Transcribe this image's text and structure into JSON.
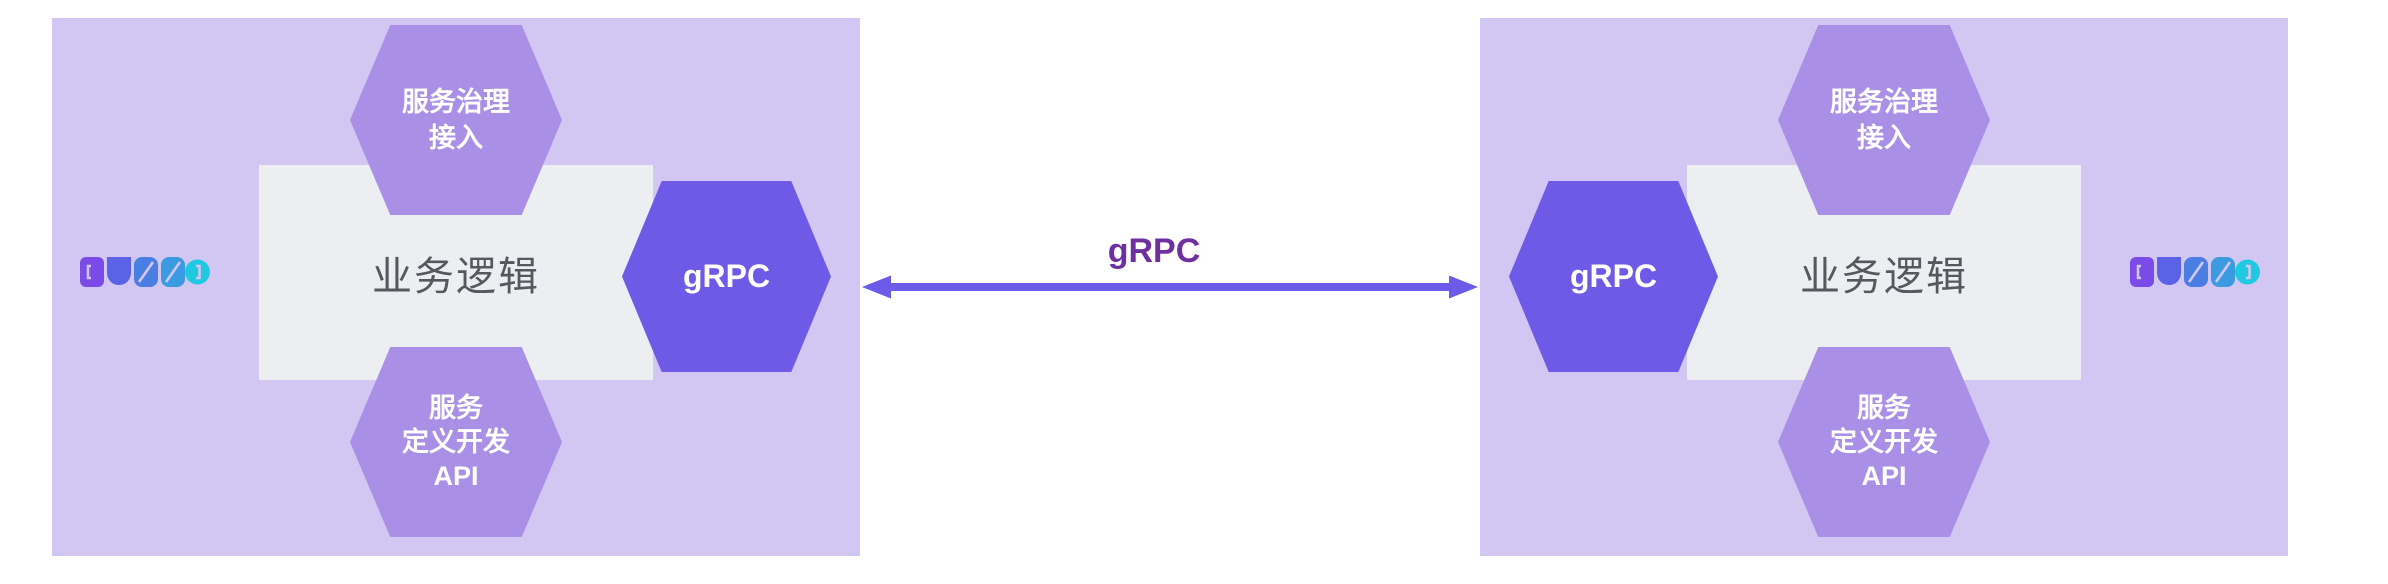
{
  "colors": {
    "canvas_bg": "#ffffff",
    "app_box_bg": "#d2c6f2",
    "hexagon_light": "#a98fe6",
    "hexagon_dark": "#6f5ae7",
    "business_panel_bg": "#eceef2",
    "business_text": "#55595e",
    "hexagon_text": "#ffffff",
    "arrow": "#6c5ae8",
    "connection_label_text": "#6f309f",
    "logo_gradient": [
      "#7a4be9",
      "#5b62e6",
      "#4a7ee3",
      "#3b9be0",
      "#1ec9e2"
    ]
  },
  "connection": {
    "label": "gRPC"
  },
  "apps": [
    {
      "side": "left",
      "logo_text": "DUBBO",
      "top_hexagon": {
        "line1": "服务治理",
        "line2": "接入"
      },
      "business_logic_label": "业务逻辑",
      "grpc_hexagon_label": "gRPC",
      "bottom_hexagon": {
        "line1": "服务",
        "line2": "定义开发",
        "line3": "API"
      }
    },
    {
      "side": "right",
      "logo_text": "DUBBO",
      "top_hexagon": {
        "line1": "服务治理",
        "line2": "接入"
      },
      "business_logic_label": "业务逻辑",
      "grpc_hexagon_label": "gRPC",
      "bottom_hexagon": {
        "line1": "服务",
        "line2": "定义开发",
        "line3": "API"
      }
    }
  ]
}
